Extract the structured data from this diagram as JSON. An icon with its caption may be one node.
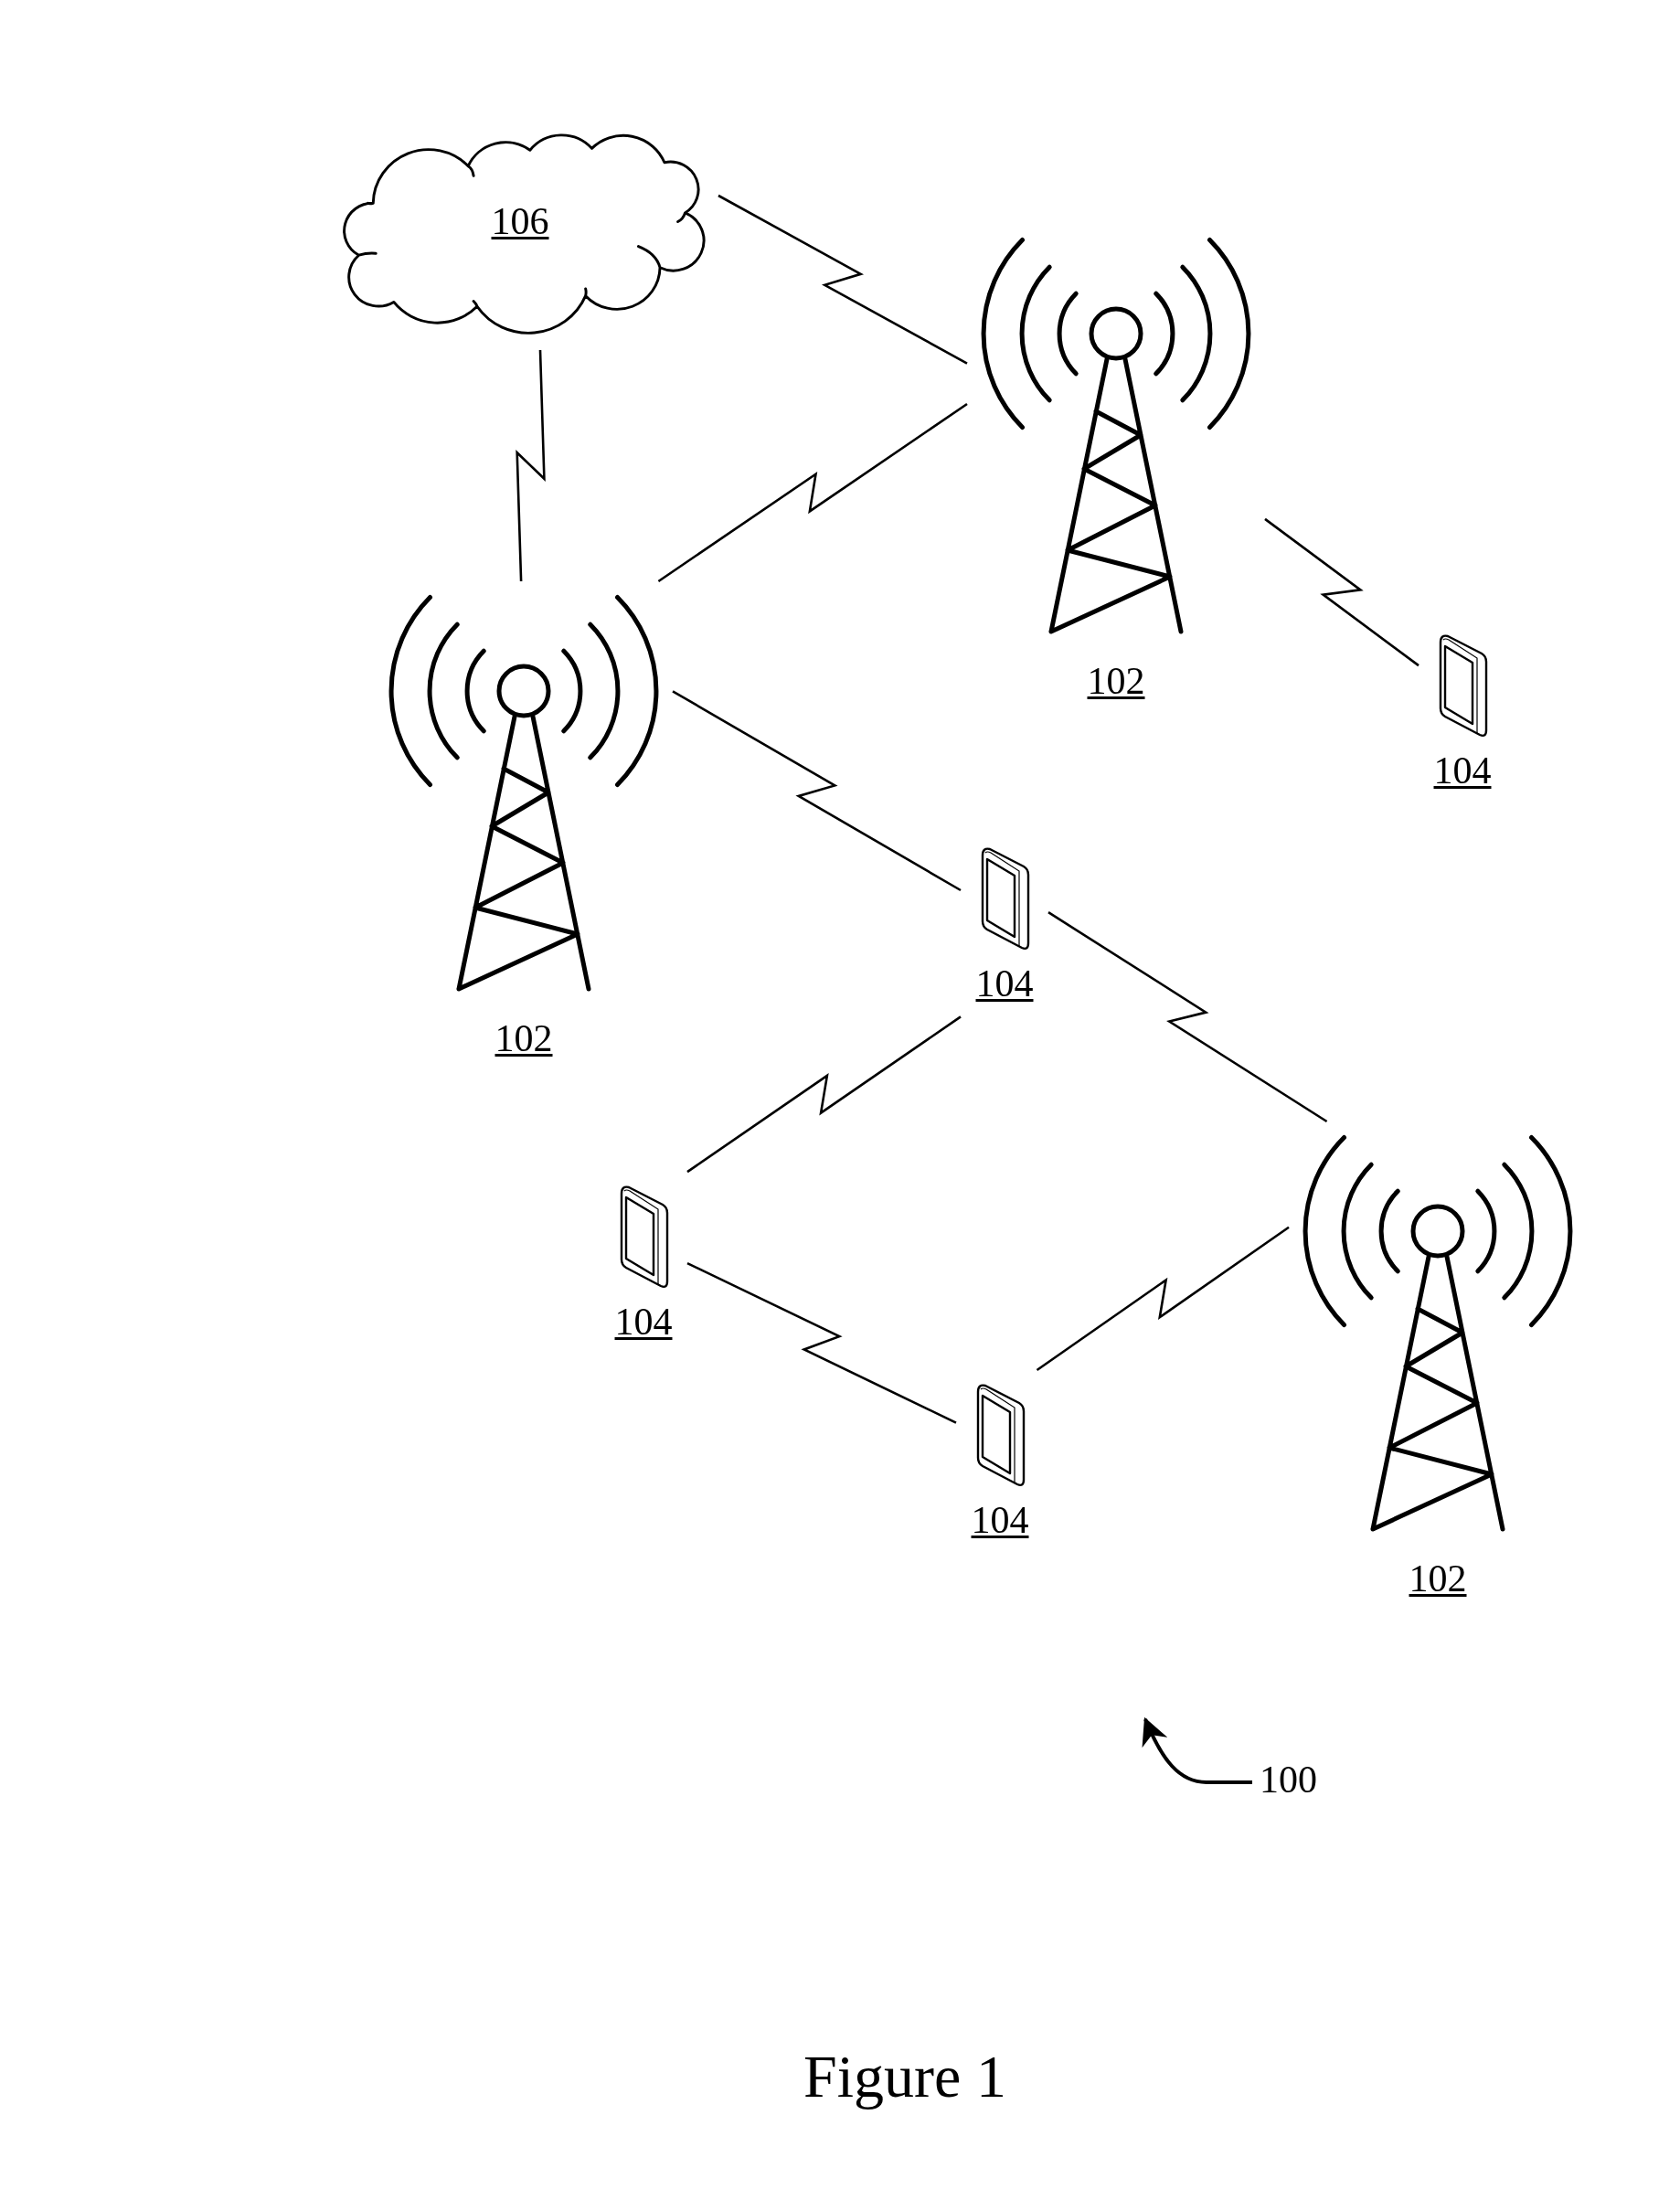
{
  "diagram": {
    "caption": "Figure 1",
    "nodes": [
      {
        "text": [
          "106"
        ]
      },
      {
        "text": [
          "102"
        ]
      },
      {
        "text": [
          "102"
        ]
      },
      {
        "text": [
          "104"
        ]
      },
      {
        "text": [
          "104"
        ]
      },
      {
        "text": [
          "102"
        ]
      },
      {
        "text": [
          "104"
        ]
      },
      {
        "text": [
          "104"
        ]
      },
      {
        "text": [
          "100"
        ]
      }
    ],
    "edges": [
      {
        "from": 0,
        "to": 1,
        "arrow": "none"
      },
      {
        "from": 0,
        "to": 2,
        "arrow": "none"
      },
      {
        "from": 1,
        "to": 2,
        "arrow": "none"
      },
      {
        "from": 1,
        "to": 3,
        "arrow": "none"
      },
      {
        "from": 2,
        "to": 4,
        "arrow": "none"
      },
      {
        "from": 4,
        "to": 5,
        "arrow": "none"
      },
      {
        "from": 4,
        "to": 6,
        "arrow": "none"
      },
      {
        "from": 6,
        "to": 7,
        "arrow": "none"
      },
      {
        "from": 7,
        "to": 5,
        "arrow": "none"
      },
      {
        "from": 8,
        "to": null,
        "arrow": "to"
      }
    ]
  }
}
